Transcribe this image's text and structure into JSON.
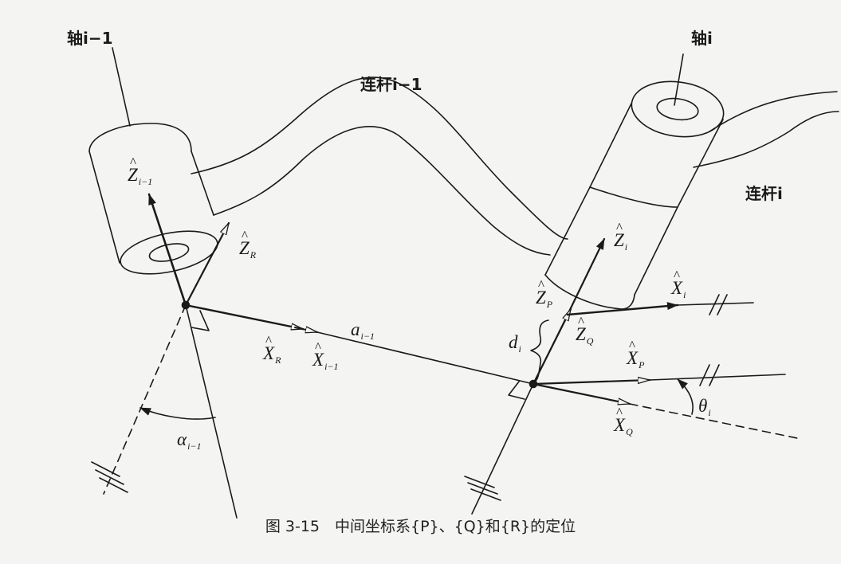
{
  "labels": {
    "axis_prev": "轴i−1",
    "axis_i": "轴i",
    "link_prev": "连杆i−1",
    "link_i": "连杆i",
    "z_prev": "Z",
    "z_prev_sub": "i−1",
    "z_r": "Z",
    "z_r_sub": "R",
    "x_r": "X",
    "x_r_sub": "R",
    "x_prev": "X",
    "x_prev_sub": "i−1",
    "a_prev": "a",
    "a_prev_sub": "i−1",
    "alpha_prev": "α",
    "alpha_prev_sub": "i−1",
    "z_i": "Z",
    "z_i_sub": "i",
    "z_p": "Z",
    "z_p_sub": "P",
    "z_q": "Z",
    "z_q_sub": "Q",
    "x_i": "X",
    "x_i_sub": "i",
    "x_p": "X",
    "x_p_sub": "P",
    "x_q": "X",
    "x_q_sub": "Q",
    "d_i": "d",
    "d_i_sub": "i",
    "theta_i": "θ",
    "theta_i_sub": "i"
  },
  "caption": "图 3-15　中间坐标系{P}、{Q}和{R}的定位"
}
